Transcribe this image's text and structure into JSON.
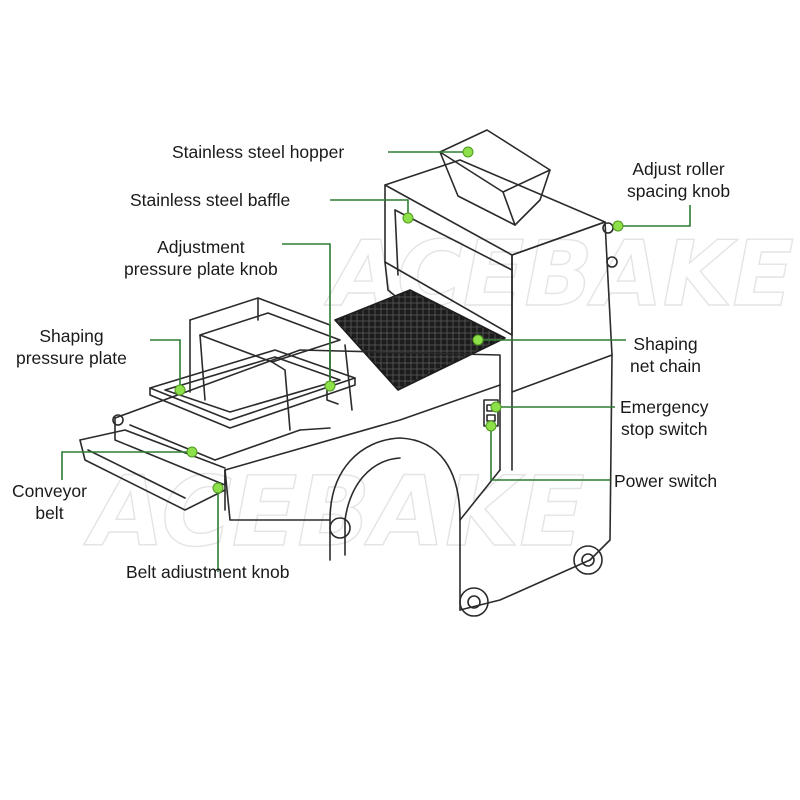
{
  "watermark": "ACEBAKE",
  "colors": {
    "leader": "#2e7d32",
    "dot": "#8ee04a",
    "outline": "#2b2b2b",
    "mesh": "#1c1c1c"
  },
  "labels": {
    "hopper": "Stainless steel hopper",
    "baffle": "Stainless steel baffle",
    "pressure_knob": [
      "Adjustment",
      "pressure plate knob"
    ],
    "shaping_plate": [
      "Shaping",
      "pressure plate"
    ],
    "conveyor_belt": [
      "Conveyor",
      "belt"
    ],
    "belt_knob": "Belt adiustment knob",
    "roller_knob": [
      "Adjust roller",
      "spacing knob"
    ],
    "net_chain": [
      "Shaping",
      "net chain"
    ],
    "emergency_stop": [
      "Emergency",
      "stop switch"
    ],
    "power_switch": "Power switch"
  }
}
